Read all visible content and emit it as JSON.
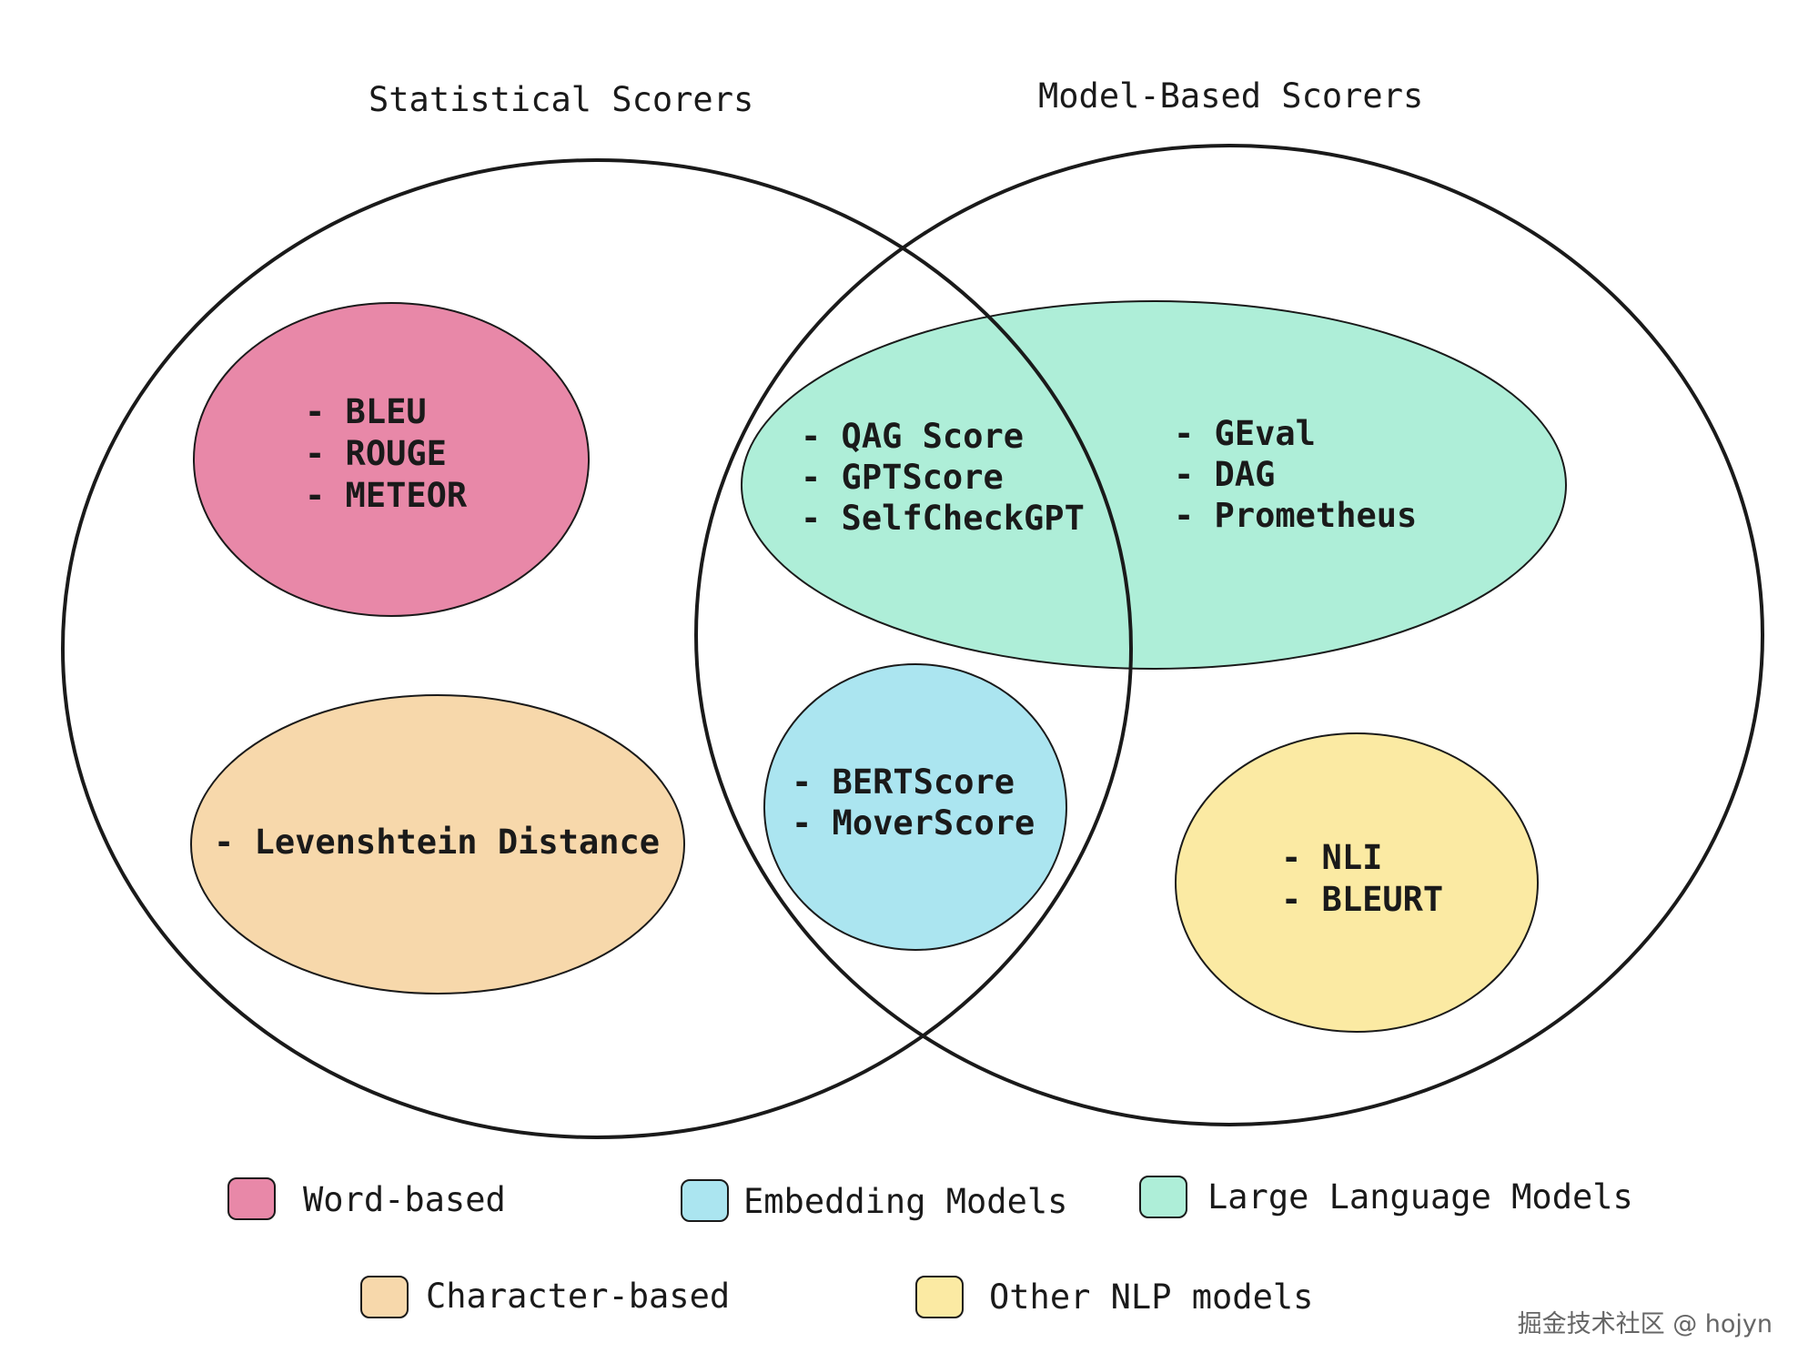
{
  "titles": {
    "statistical": "Statistical Scorers",
    "model_based": "Model-Based Scorers"
  },
  "groups": {
    "word_based": [
      "- BLEU",
      "- ROUGE",
      "- METEOR"
    ],
    "character_based": [
      "- Levenshtein Distance"
    ],
    "llm_left": [
      "- QAG Score",
      "- GPTScore",
      "- SelfCheckGPT"
    ],
    "llm_right": [
      "- GEval",
      "- DAG",
      "- Prometheus"
    ],
    "embedding": [
      "- BERTScore",
      "- MoverScore"
    ],
    "other_nlp": [
      "- NLI",
      "- BLEURT"
    ]
  },
  "legend": {
    "word_based": "Word-based",
    "embedding": "Embedding Models",
    "llm": "Large Language Models",
    "character_based": "Character-based",
    "other_nlp": "Other NLP models"
  },
  "colors": {
    "word_based": "#e888a8",
    "character_based": "#f7d8ab",
    "llm": "#aeeed8",
    "embedding": "#abe5f0",
    "other_nlp": "#fbeaa3",
    "outline": "#1a1a1a"
  },
  "watermark": "掘金技术社区 @ hojyn"
}
